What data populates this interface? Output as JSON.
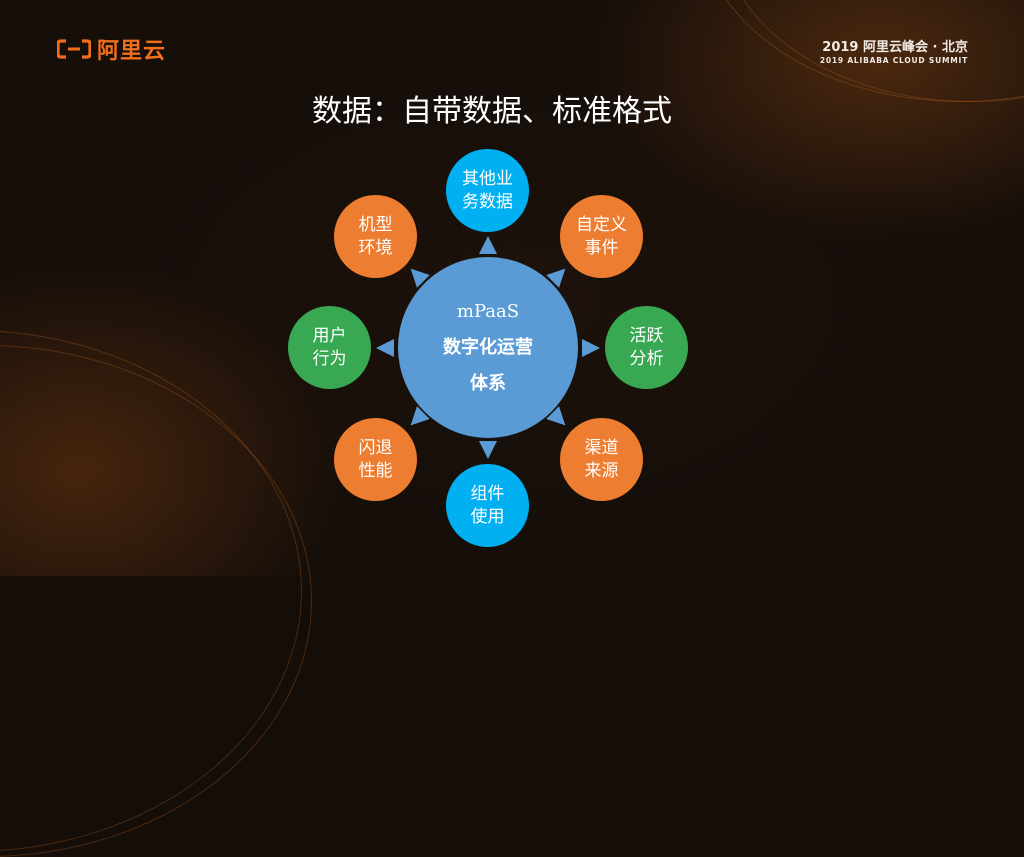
{
  "header": {
    "logo_text": "阿里云",
    "summit_line1": "2019 阿里云峰会 · 北京",
    "summit_line2": "2019 ALIBABA CLOUD SUMMIT"
  },
  "slide": {
    "title": "数据：自带数据、标准格式"
  },
  "diagram": {
    "center": {
      "line1": "mPaaS",
      "line2": "数字化运营",
      "line3": "体系",
      "color": "#5a9bd5"
    },
    "nodes": [
      {
        "id": "top",
        "line1": "其他业",
        "line2": "务数据",
        "color": "#00b0f0"
      },
      {
        "id": "top-right",
        "line1": "自定义",
        "line2": "事件",
        "color": "#ed7d31"
      },
      {
        "id": "right",
        "line1": "活跃",
        "line2": "分析",
        "color": "#38a852"
      },
      {
        "id": "bottom-right",
        "line1": "渠道",
        "line2": "来源",
        "color": "#ed7d31"
      },
      {
        "id": "bottom",
        "line1": "组件",
        "line2": "使用",
        "color": "#00b0f0"
      },
      {
        "id": "bottom-left",
        "line1": "闪退",
        "line2": "性能",
        "color": "#ed7d31"
      },
      {
        "id": "left",
        "line1": "用户",
        "line2": "行为",
        "color": "#38a852"
      },
      {
        "id": "top-left",
        "line1": "机型",
        "line2": "环境",
        "color": "#ed7d31"
      }
    ]
  }
}
